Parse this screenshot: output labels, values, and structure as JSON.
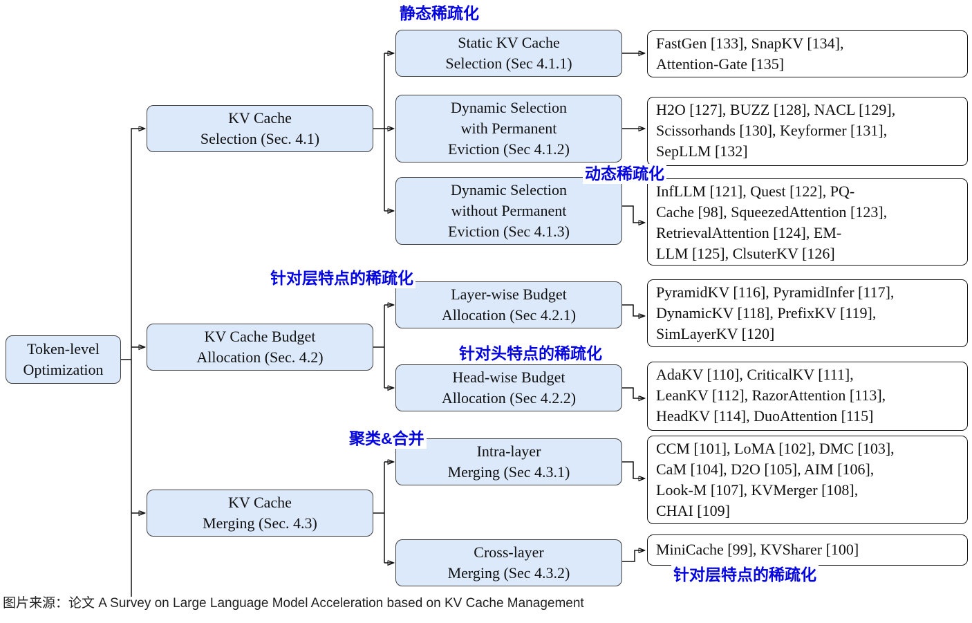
{
  "caption": "图片来源：论文 A Survey on Large Language Model Acceleration based on KV Cache Management",
  "colors": {
    "node_fill": "#dbe9fa",
    "node_border": "#3c3c3c",
    "leaf_border": "#141414",
    "annotation_blue": "#0505e0",
    "line": "#111111",
    "caption_color": "#1f1f1f"
  },
  "root": {
    "label": "Token-level\nOptimization"
  },
  "branches": [
    {
      "label": "KV Cache\nSelection (Sec. 4.1)"
    },
    {
      "label": "KV Cache Budget\nAllocation (Sec. 4.2)"
    },
    {
      "label": "KV Cache\nMerging (Sec. 4.3)"
    }
  ],
  "subnodes": [
    {
      "label": "Static KV Cache\nSelection (Sec 4.1.1)",
      "papers": "FastGen [133], SnapKV [134],\nAttention-Gate [135]"
    },
    {
      "label": "Dynamic Selection\nwith Permanent\nEviction (Sec 4.1.2)",
      "papers": "H2O [127], BUZZ [128], NACL [129],\nScissorhands [130], Keyformer [131],\nSepLLM [132]"
    },
    {
      "label": "Dynamic Selection\nwithout Permanent\nEviction (Sec 4.1.3)",
      "papers": "InfLLM [121], Quest [122], PQ-\nCache [98], SqueezedAttention [123],\nRetrievalAttention [124], EM-\nLLM [125], ClsuterKV [126]"
    },
    {
      "label": "Layer-wise Budget\nAllocation (Sec 4.2.1)",
      "papers": "PyramidKV [116], PyramidInfer [117],\nDynamicKV [118], PrefixKV [119],\nSimLayerKV [120]"
    },
    {
      "label": "Head-wise Budget\nAllocation (Sec 4.2.2)",
      "papers": "AdaKV [110], CriticalKV [111],\nLeanKV [112], RazorAttention [113],\nHeadKV [114], DuoAttention [115]"
    },
    {
      "label": "Intra-layer\nMerging (Sec 4.3.1)",
      "papers": "CCM [101], LoMA [102], DMC [103],\nCaM [104], D2O [105], AIM [106],\nLook-M [107], KVMerger [108],\nCHAI [109]"
    },
    {
      "label": "Cross-layer\nMerging (Sec 4.3.2)",
      "papers": "MiniCache [99], KVSharer [100]"
    }
  ],
  "annotations": [
    {
      "text": "静态稀疏化"
    },
    {
      "text": "动态稀疏化"
    },
    {
      "text": "针对层特点的稀疏化"
    },
    {
      "text": "针对头特点的稀疏化"
    },
    {
      "text": "聚类&合并"
    },
    {
      "text": "针对层特点的稀疏化"
    }
  ]
}
